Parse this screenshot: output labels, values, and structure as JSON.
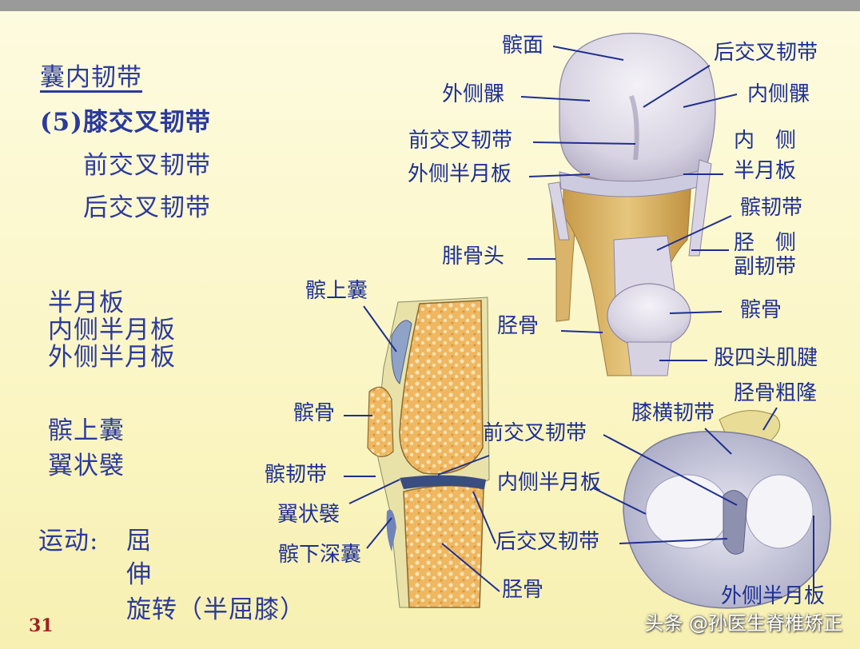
{
  "page_number": "31",
  "watermark": "头条 @孙医生脊椎矫正",
  "left_text": {
    "title": "囊内韧带",
    "cruciate_heading": "(5)膝交叉韧带",
    "cruciate_items": [
      "前交叉韧带",
      "后交叉韧带"
    ],
    "menisci": [
      "半月板",
      "内侧半月板",
      "外侧半月板"
    ],
    "folds": [
      "髌上囊",
      "翼状襞"
    ],
    "motion_label": "运动:",
    "motion_items": [
      "屈",
      "伸",
      "旋转（半屈膝）"
    ]
  },
  "anterior_view_labels": {
    "patellar_surface": "髌面",
    "posterior_cruciate": "后交叉韧带",
    "lateral_condyle": "外侧髁",
    "medial_condyle": "内侧髁",
    "anterior_cruciate": "前交叉韧带",
    "medial_meniscus_1": "内　侧",
    "medial_meniscus_2": "半月板",
    "lateral_meniscus": "外侧半月板",
    "patellar_ligament": "髌韧带",
    "fibular_head": "腓骨头",
    "tibial_collateral_1": "胫　侧",
    "tibial_collateral_2": "副韧带",
    "patella": "髌骨",
    "tibia": "胫骨",
    "quadriceps_tendon": "股四头肌腱"
  },
  "sagittal_labels": {
    "suprapatellar_bursa": "髌上囊",
    "patella": "髌骨",
    "patellar_ligament": "髌韧带",
    "alar_fold": "翼状襞",
    "deep_infrapatellar_bursa": "髌下深囊",
    "tibia": "胫骨"
  },
  "superior_view_labels": {
    "tibial_tuberosity": "胫骨粗隆",
    "transverse_ligament": "膝横韧带",
    "anterior_cruciate": "前交叉韧带",
    "medial_meniscus": "内侧半月板",
    "posterior_cruciate": "后交叉韧带",
    "lateral_meniscus": "外侧半月板"
  },
  "colors": {
    "text_blue": "#2b3a9c",
    "leader_line": "#1e2f8f",
    "bone": "#e8b969",
    "cartilage": "#d8d6e6",
    "background": "#fbf6c6"
  }
}
